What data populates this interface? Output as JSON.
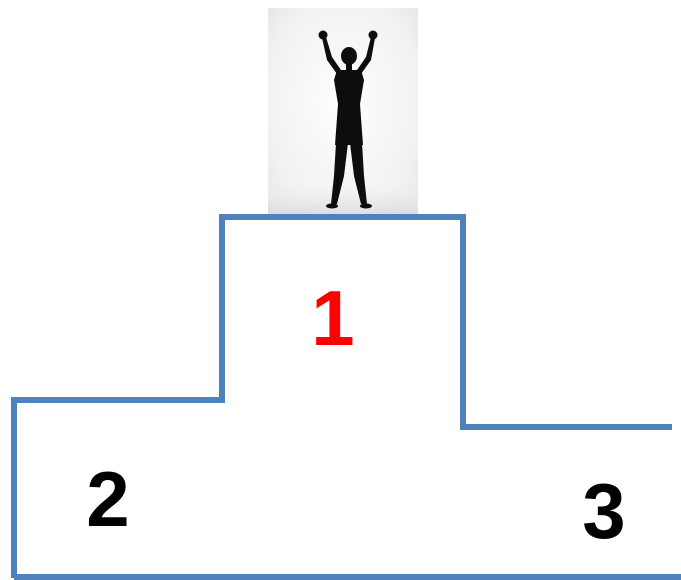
{
  "podium": {
    "first_place": {
      "label": "1",
      "color": "#ff0000"
    },
    "second_place": {
      "label": "2",
      "color": "#000000"
    },
    "third_place": {
      "label": "3",
      "color": "#000000"
    },
    "outline_color": "#4f81bd"
  },
  "winner_photo": {
    "icon": "silhouette-arms-raised-icon"
  }
}
